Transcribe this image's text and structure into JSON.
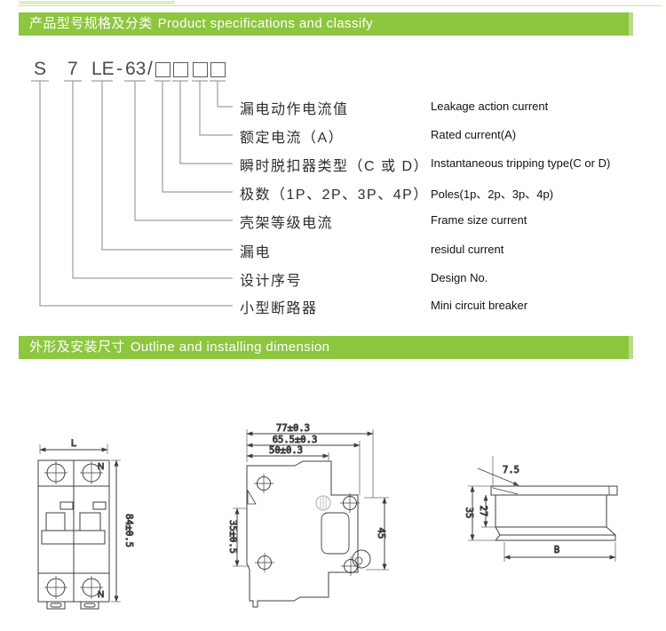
{
  "page": {
    "background": "#ffffff",
    "accent_green": "#8dc63f",
    "line_color": "#3f3f3f"
  },
  "header1": {
    "cn": "产品型号规格及分类",
    "en": "Product specifications and classify"
  },
  "header2": {
    "cn": "外形及安装尺寸",
    "en": "Outline and installing dimension"
  },
  "model_code": {
    "parts": [
      "S",
      "7",
      "LE",
      "-",
      "63",
      "/"
    ],
    "placeholder_box_count": 4
  },
  "legend": {
    "rows": [
      {
        "cn": "漏电动作电流值",
        "en": "Leakage  action current"
      },
      {
        "cn": "额定电流（A）",
        "en": "Rated current(A)"
      },
      {
        "cn": "瞬时脱扣器类型（C 或 D）",
        "en": "Instantaneous tripping type(C or D)"
      },
      {
        "cn": "极数（1P、2P、3P、4P）",
        "en": "Poles(1p、2p、3p、4p)"
      },
      {
        "cn": "壳架等级电流",
        "en": "Frame size current"
      },
      {
        "cn": "漏电",
        "en": "residul current"
      },
      {
        "cn": "设计序号",
        "en": "Design No."
      },
      {
        "cn": "小型断路器",
        "en": "Mini circuit breaker"
      }
    ]
  },
  "front_view": {
    "width_label": "L",
    "height_label": "84±0.5",
    "neutral_top": "N",
    "neutral_bottom": "N"
  },
  "side_view": {
    "width_outer": "77±0.3",
    "width_mid": "65.5±0.3",
    "width_inner": "50±0.3",
    "height_left": "35±0.5",
    "height_right": "45"
  },
  "top_view": {
    "overhang": "7.5",
    "height_outer": "35",
    "height_inner": "27",
    "width_label": "B"
  }
}
